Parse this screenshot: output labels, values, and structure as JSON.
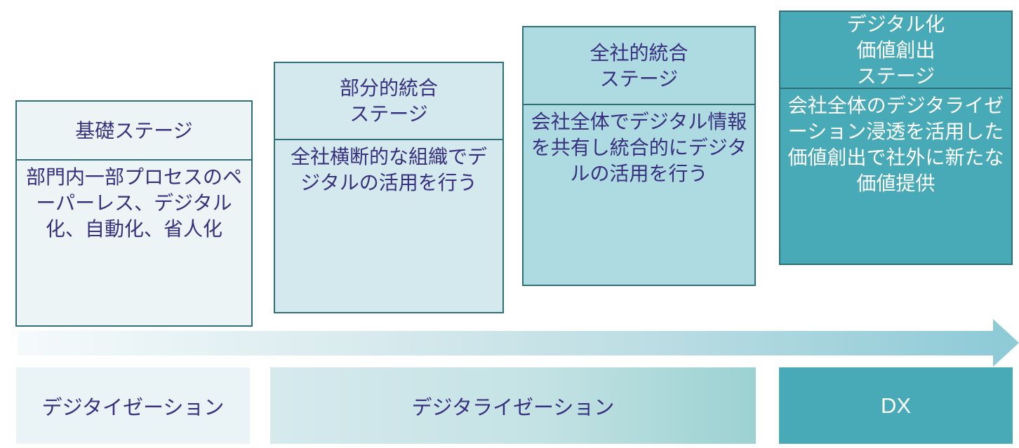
{
  "diagram": {
    "stages": [
      {
        "id": "foundation",
        "title": "基礎ステージ",
        "body": "部門内一部プロセスのペーパーレス、デジタル化、自動化、省人化"
      },
      {
        "id": "partial-integration",
        "title": "部分的統合\nステージ",
        "body": "全社横断的な組織でデジタルの活用を行う"
      },
      {
        "id": "company-wide-integration",
        "title": "全社的統合\nステージ",
        "body": "会社全体でデジタル情報を共有し統合的にデジタルの活用を行う"
      },
      {
        "id": "digital-value-creation",
        "title": "デジタル化\n価値創出\nステージ",
        "body": "会社全体のデジタライゼーション浸透を活用した価値創出で社外に新たな価値提供"
      }
    ],
    "phases": [
      {
        "id": "digitization",
        "label": "デジタイゼーション"
      },
      {
        "id": "digitalization",
        "label": "デジタライゼーション"
      },
      {
        "id": "dx",
        "label": "DX"
      }
    ],
    "colors": {
      "stage1_fill": "#edf4f5",
      "stage2_fill": "#d3e9ee",
      "stage3_fill": "#aedbe2",
      "stage4_fill": "#49aab7",
      "box_border": "#2e6f78",
      "text_indigo": "#38307f",
      "text_white": "#ffffff",
      "phase1_fill": "#eaf3f5",
      "phase2_gradient_start": "#d6eaee",
      "phase2_gradient_end": "#9cd2d2",
      "phase3_fill": "#49aab7",
      "arrow_gradient_start": "#f5fafb",
      "arrow_gradient_end": "#8fcbd7"
    }
  }
}
